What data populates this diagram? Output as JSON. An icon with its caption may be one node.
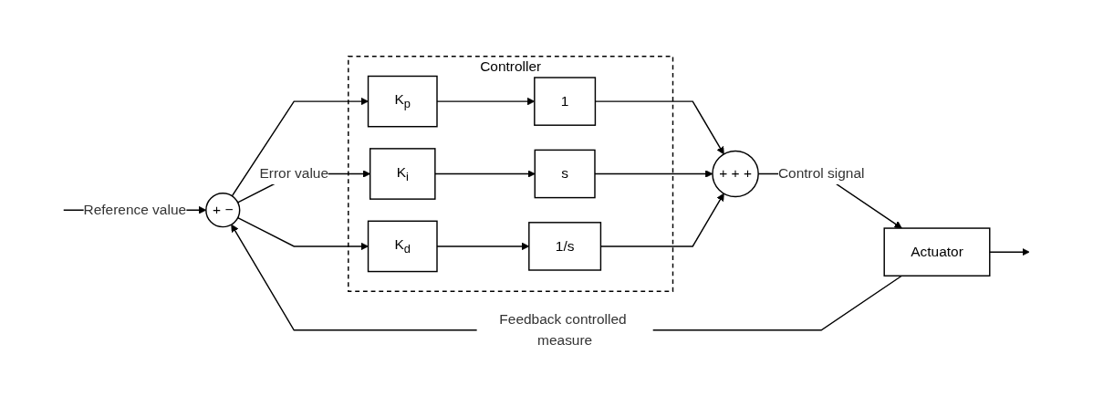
{
  "diagram": {
    "nodes": [
      {
        "text": [
          "+",
          "−"
        ]
      },
      {
        "text": [
          "Controller"
        ]
      },
      {
        "text": [
          "K$_{p}$"
        ],
        "in": 1
      },
      {
        "text": [
          "1"
        ],
        "in": 1
      },
      {
        "text": [
          "K$_{i}$"
        ],
        "in": 1
      },
      {
        "text": [
          "s"
        ],
        "in": 1
      },
      {
        "text": [
          "K$_{d}$"
        ],
        "in": 1
      },
      {
        "text": [
          "1/s"
        ],
        "in": 1
      },
      {
        "text": [
          "+",
          "+",
          "+"
        ]
      },
      {
        "text": [
          "Actuator"
        ]
      }
    ],
    "edges": [
      {
        "from": null,
        "to": 0,
        "arrow": "to",
        "label": "Reference value"
      },
      {
        "from": 0,
        "to": 2,
        "arrow": "to"
      },
      {
        "from": 0,
        "to": 4,
        "arrow": "to",
        "label": "Error value"
      },
      {
        "from": 0,
        "to": 6,
        "arrow": "to"
      },
      {
        "from": 2,
        "to": 3,
        "arrow": "to"
      },
      {
        "from": 4,
        "to": 5,
        "arrow": "to"
      },
      {
        "from": 6,
        "to": 7,
        "arrow": "to"
      },
      {
        "from": 3,
        "to": 8,
        "arrow": "to"
      },
      {
        "from": 5,
        "to": 8,
        "arrow": "to"
      },
      {
        "from": 7,
        "to": 8,
        "arrow": "to"
      },
      {
        "from": 8,
        "to": 9,
        "arrow": "to",
        "label": "Control signal"
      },
      {
        "from": 9,
        "to": null,
        "arrow": "to"
      },
      {
        "from": 9,
        "to": 0,
        "arrow": "to",
        "label": "Feedback controlled measure"
      }
    ]
  }
}
